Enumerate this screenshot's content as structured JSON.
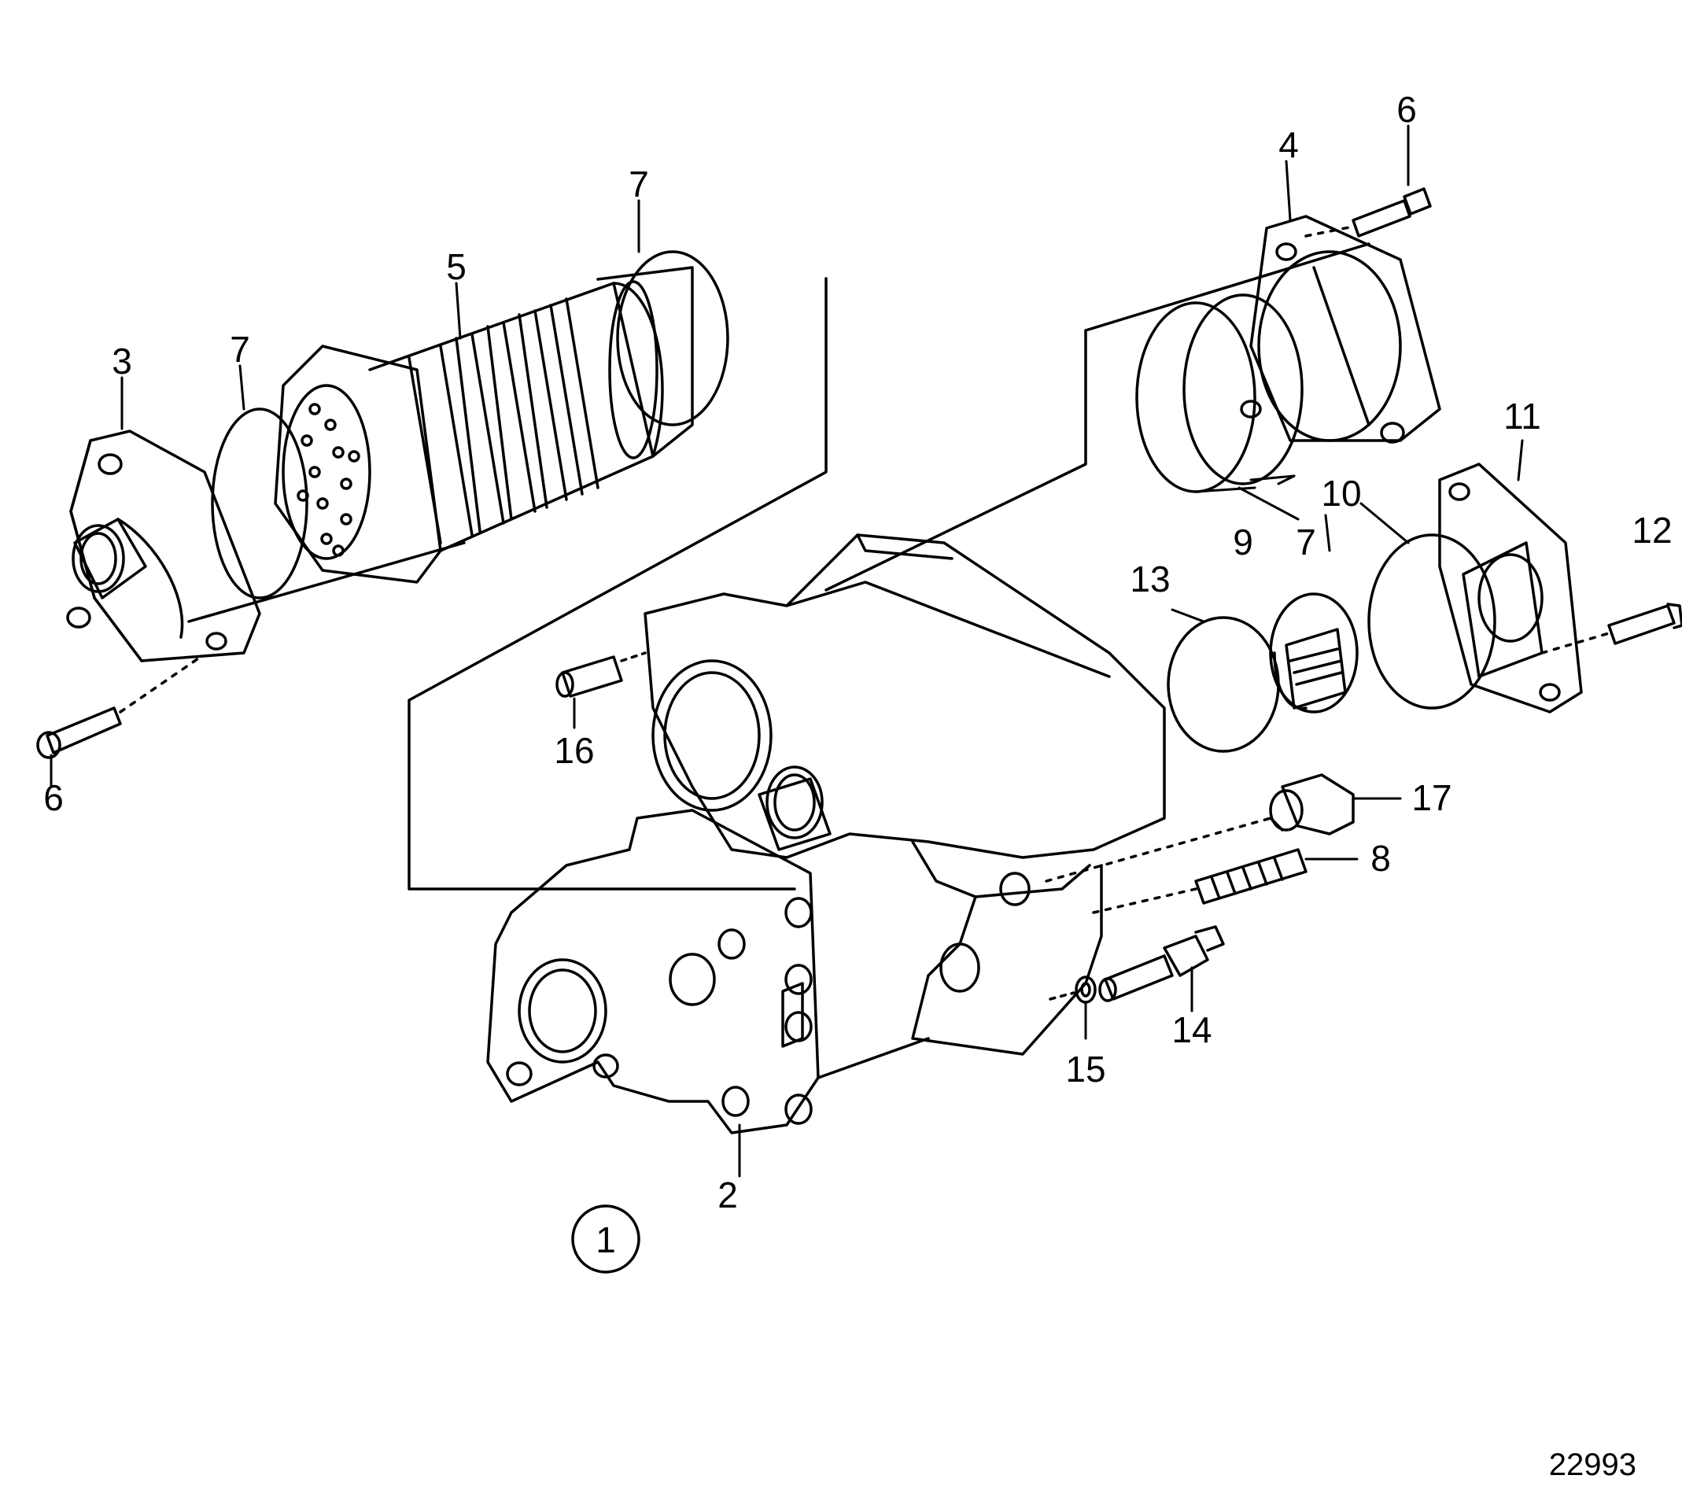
{
  "diagram": {
    "callouts": [
      "2",
      "3",
      "4",
      "5",
      "6",
      "6",
      "7",
      "7",
      "7",
      "8",
      "9",
      "10",
      "11",
      "12",
      "13",
      "14",
      "15",
      "16",
      "17"
    ],
    "assembly_marker": "1",
    "reference_number": "22993",
    "line_color": "#000000",
    "background": "#ffffff"
  }
}
